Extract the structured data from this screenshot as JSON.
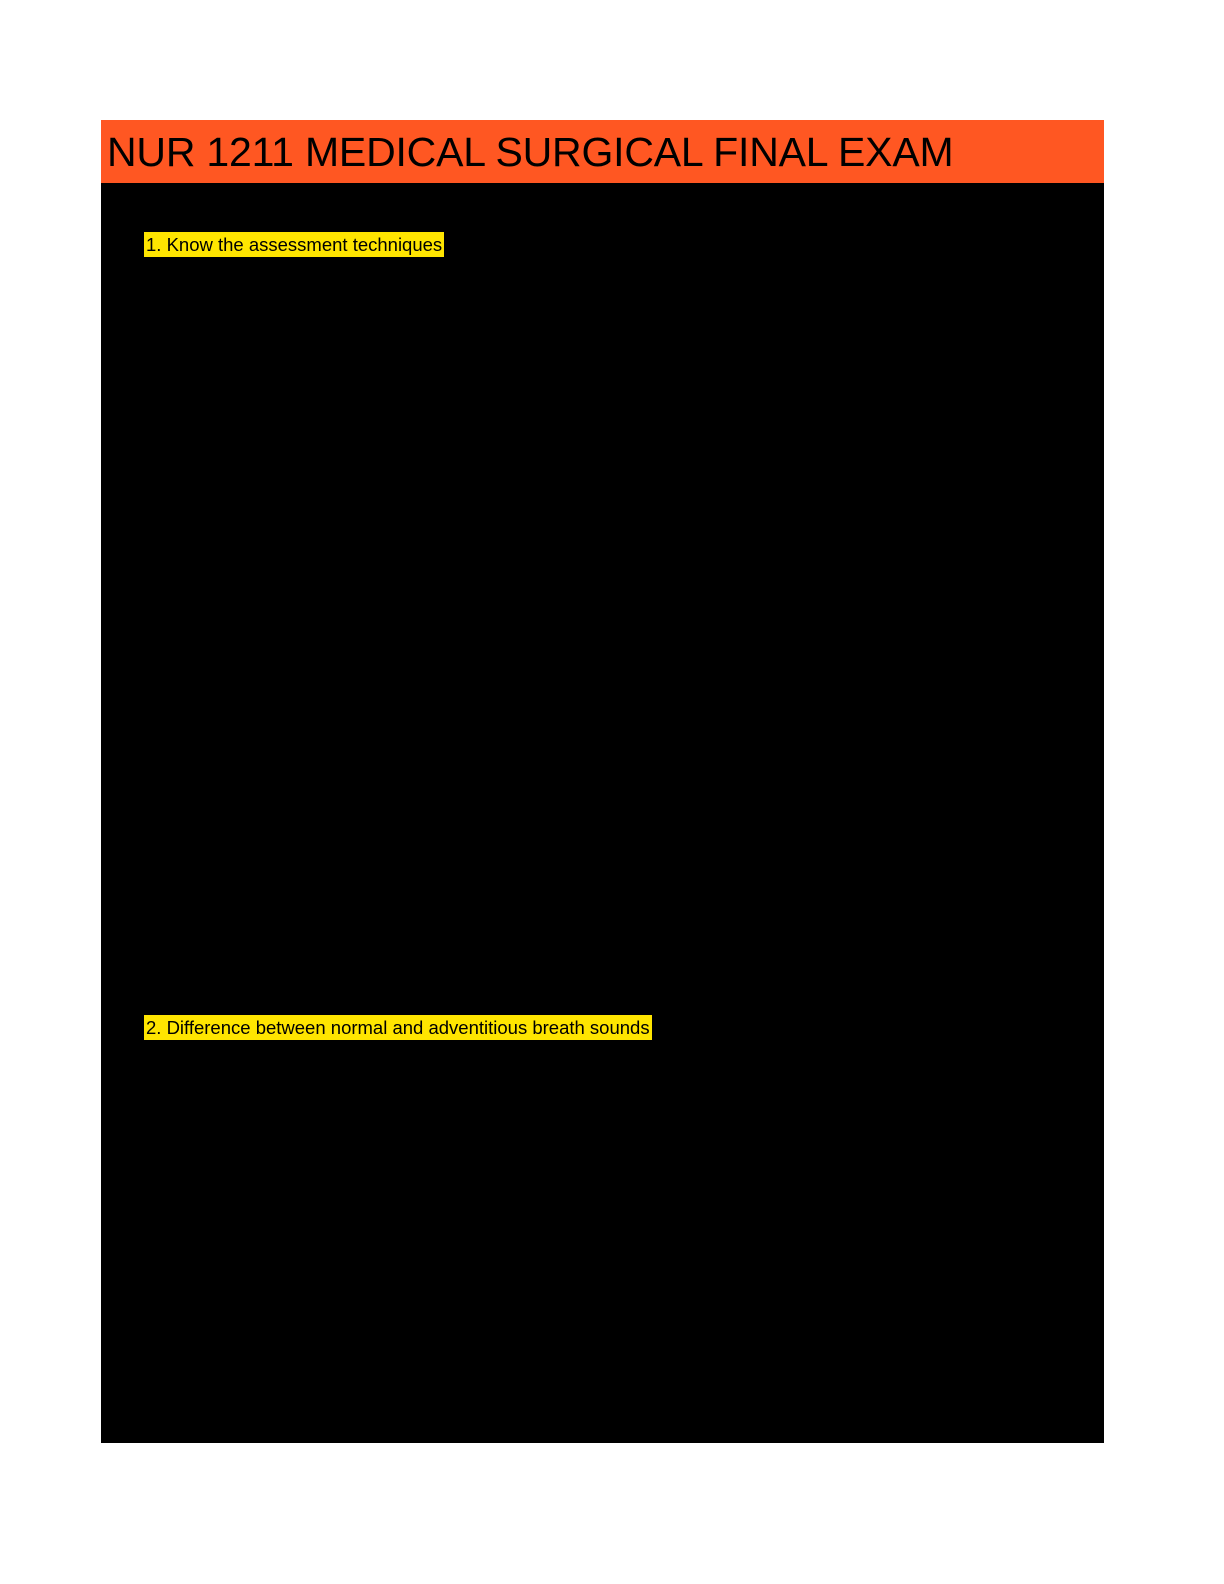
{
  "document": {
    "title": "NUR 1211 MEDICAL SURGICAL FINAL EXAM",
    "title_highlight_color": "#ff5722",
    "body_background_color": "#000000",
    "page_background_color": "#ffffff",
    "highlight_color": "#ffe500",
    "lines": [
      {
        "number": "1",
        "text": "1. Know the assessment techniques"
      },
      {
        "number": "2",
        "text": "2. Difference between normal and adventitious breath sounds"
      }
    ]
  }
}
